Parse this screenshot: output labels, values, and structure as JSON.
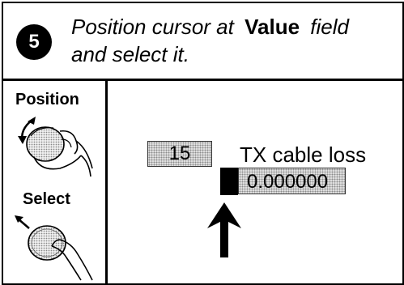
{
  "header": {
    "step_number": "5",
    "instruction_line1_pre": "Position cursor at",
    "instruction_line1_bold": "Value",
    "instruction_line1_post": "field",
    "instruction_line2": "and select it."
  },
  "left_panel": {
    "position_label": "Position",
    "select_label": "Select",
    "icons": [
      "rotate-knob-icon",
      "press-knob-icon"
    ]
  },
  "display": {
    "field_number": "15",
    "parameter_name": "TX cable loss",
    "parameter_value": "0.000000",
    "pointer_icon": "up-arrow-icon"
  }
}
